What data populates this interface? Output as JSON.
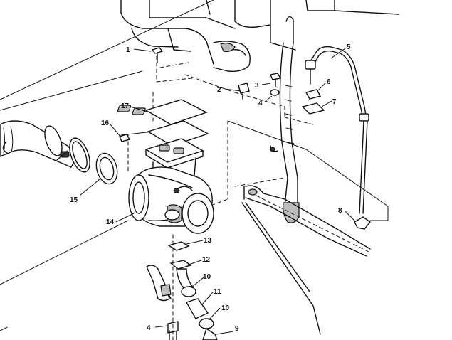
{
  "callouts": {
    "c1": "1",
    "c2": "2",
    "c3": "3",
    "c4a": "4",
    "c4b": "4",
    "c5": "5",
    "c6": "6",
    "c7": "7",
    "c8": "8",
    "c9": "9",
    "c10a": "10",
    "c10b": "10",
    "c11": "11",
    "c12": "12",
    "c13": "13",
    "c14": "14",
    "c15": "15",
    "c16": "16",
    "c17": "17"
  },
  "colors": {
    "ink": "#111111",
    "paper": "#ffffff",
    "shade": "#bdbdbd"
  }
}
